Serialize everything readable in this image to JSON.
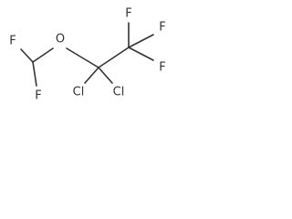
{
  "molecule": {
    "atoms": {
      "f_top_left": "F",
      "f_bottom_left": "F",
      "o_bridge": "O",
      "f_top_center": "F",
      "f_right_upper": "F",
      "f_right_lower": "F",
      "cl_left": "Cl",
      "cl_right": "Cl"
    }
  }
}
